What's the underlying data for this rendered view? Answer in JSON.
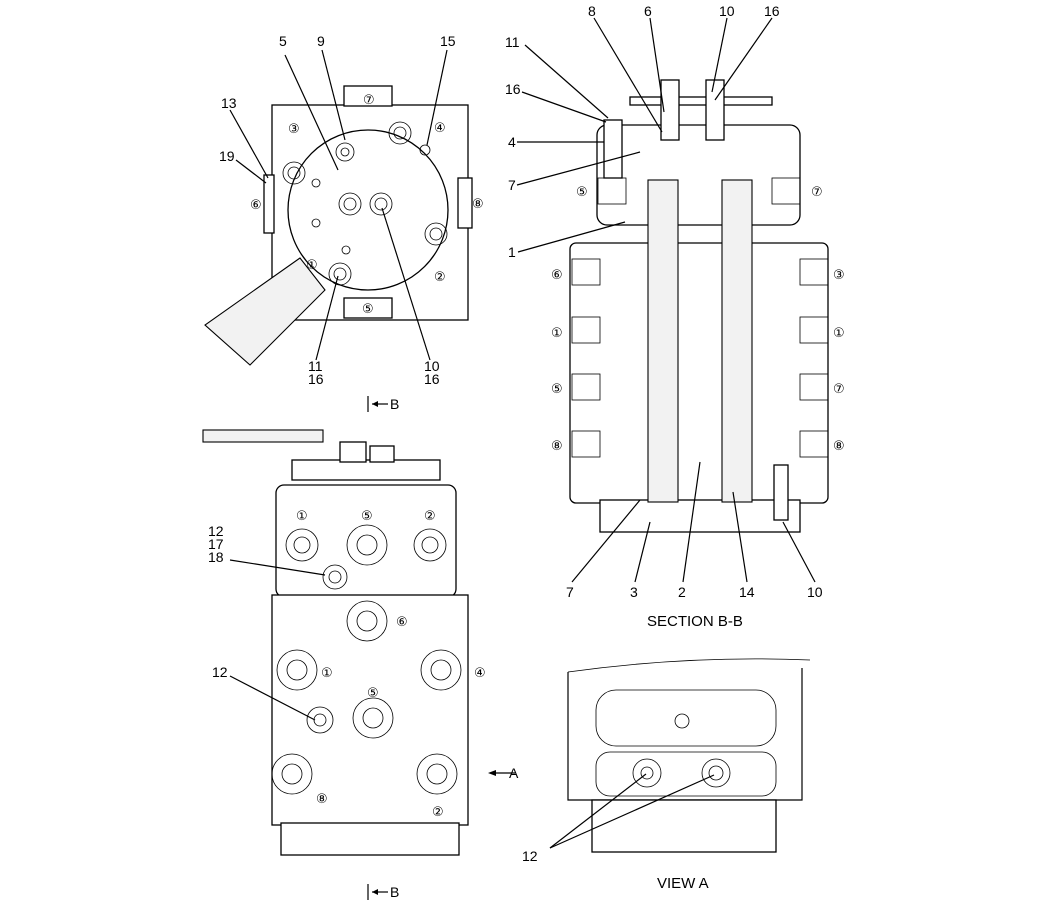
{
  "views": {
    "top": {
      "callouts": {
        "c5": "5",
        "c9": "9",
        "c15": "15",
        "c13": "13",
        "c19": "19",
        "c11": "11",
        "c16": "16",
        "c10": "10",
        "c10b": "16"
      },
      "ports": {
        "p7": "⑦",
        "p3": "③",
        "p4": "④",
        "p6": "⑥",
        "p8": "⑧",
        "p1": "①",
        "p2": "②",
        "p5": "⑤"
      }
    },
    "section_marks": {
      "upper": "B",
      "lower": "B"
    },
    "front": {
      "callouts": {
        "c12a": "12",
        "c17": "17",
        "c18": "18",
        "c12b": "12"
      },
      "ports": {
        "p1a": "①",
        "p5a": "⑤",
        "p2a": "②",
        "p6": "⑥",
        "p1b": "①",
        "p4": "④",
        "p5b": "⑤",
        "p8": "⑧",
        "p2b": "②"
      },
      "view_arrow": "A"
    },
    "section": {
      "title": "SECTION   B-B",
      "callouts": {
        "c8": "8",
        "c6": "6",
        "c10t": "10",
        "c16t": "16",
        "c11": "11",
        "c16": "16",
        "c4": "4",
        "c7t": "7",
        "c1": "1",
        "c7b": "7",
        "c3": "3",
        "c2": "2",
        "c14": "14",
        "c10b": "10"
      },
      "ports": {
        "l5": "⑤",
        "r7": "⑦",
        "l6": "⑥",
        "r3": "③",
        "l1": "①",
        "r1": "①",
        "l5b": "⑤",
        "r7b": "⑦",
        "l8": "⑧",
        "r8": "⑧"
      }
    },
    "view_a": {
      "title": "VIEW   A",
      "callouts": {
        "c12": "12"
      }
    }
  }
}
